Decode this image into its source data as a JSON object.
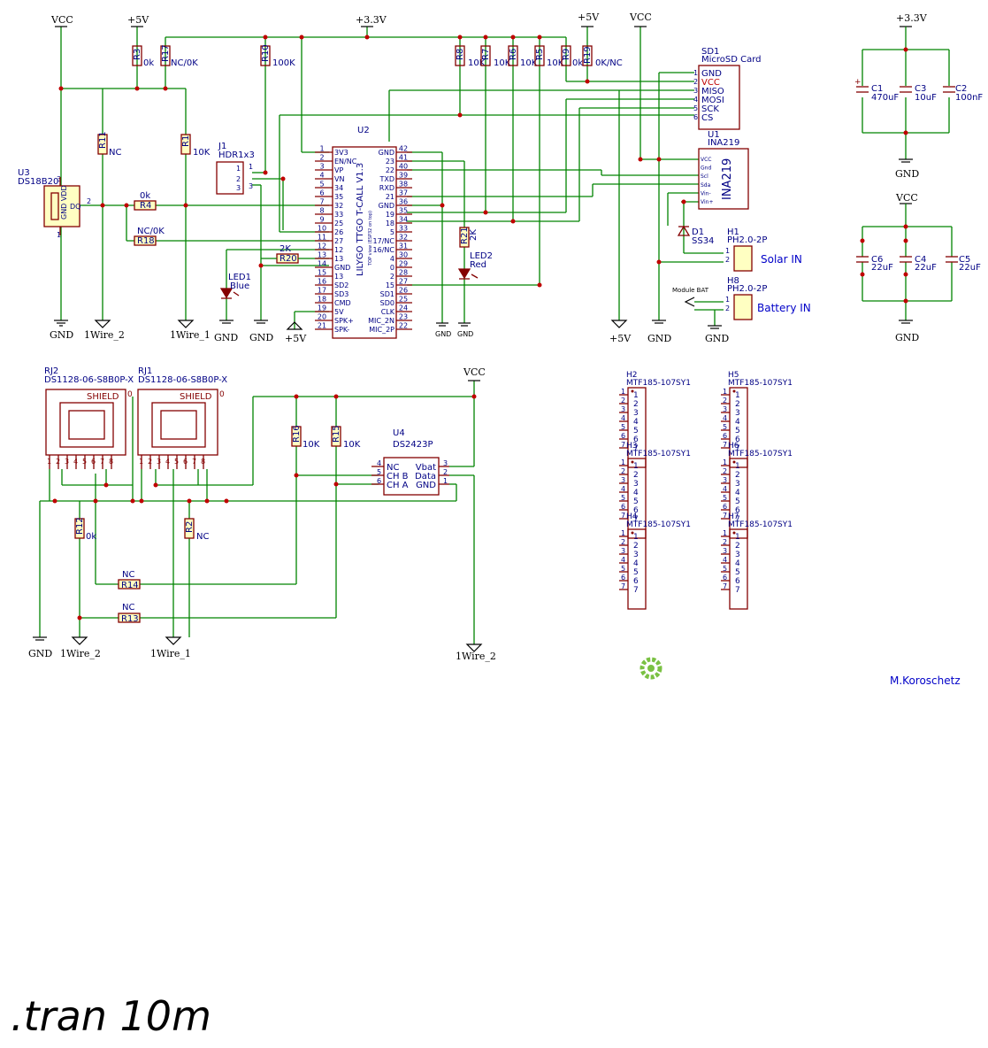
{
  "power": {
    "vcc": "VCC",
    "v5": "+5V",
    "v33": "+3.3V",
    "gnd": "GND",
    "wire1": "1Wire_1",
    "wire2": "1Wire_2"
  },
  "resistors": {
    "r3": {
      "ref": "R3",
      "val": "0k"
    },
    "r17": {
      "ref": "R17",
      "val": "NC/0K"
    },
    "r10": {
      "ref": "R10",
      "val": "100K"
    },
    "r8": {
      "ref": "R8",
      "val": "10K"
    },
    "r7": {
      "ref": "R7",
      "val": "10K"
    },
    "r6": {
      "ref": "R6",
      "val": "10K"
    },
    "r5": {
      "ref": "R5",
      "val": "10K"
    },
    "r9": {
      "ref": "R9",
      "val": "0k"
    },
    "r19": {
      "ref": "R19",
      "val": "0K/NC"
    },
    "r11": {
      "ref": "R11",
      "val": "NC"
    },
    "r1": {
      "ref": "R1",
      "val": "10K"
    },
    "r4": {
      "ref": "R4",
      "val": "0k"
    },
    "r18": {
      "ref": "R18",
      "val": "NC/0K"
    },
    "r20": {
      "ref": "R20",
      "val": "2K"
    },
    "r21": {
      "ref": "R21",
      "val": "2K"
    },
    "r16": {
      "ref": "R16",
      "val": "10K"
    },
    "r15": {
      "ref": "R15",
      "val": "10K"
    },
    "r12": {
      "ref": "R12",
      "val": "0k"
    },
    "r2": {
      "ref": "R2",
      "val": "NC"
    },
    "r14": {
      "ref": "R14",
      "val": "NC"
    },
    "r13": {
      "ref": "R13",
      "val": "NC"
    }
  },
  "u3": {
    "ref": "U3",
    "part": "DS18B20",
    "pins": "GND VDD",
    "dq": "DQ"
  },
  "j1": {
    "ref": "J1",
    "part": "HDR1x3"
  },
  "u2": {
    "ref": "U2",
    "title": "LILYGO TTGO T-CALL V1.3",
    "subtitle": "TOP view (ESP32 on top)",
    "left_labels": [
      "3V3",
      "EN/NC",
      "VP",
      "VN",
      "34",
      "35",
      "32",
      "33",
      "25",
      "26",
      "27",
      "12",
      "13",
      "GND",
      "13",
      "SD2",
      "SD3",
      "CMD",
      "5V",
      "SPK+",
      "SPK-"
    ],
    "left_nums": [
      "1",
      "2",
      "3",
      "4",
      "5",
      "6",
      "7",
      "8",
      "9",
      "10",
      "11",
      "12",
      "13",
      "14",
      "15",
      "16",
      "17",
      "18",
      "19",
      "20",
      "21"
    ],
    "right_labels": [
      "GND",
      "23",
      "22",
      "TXD",
      "RXD",
      "21",
      "GND",
      "19",
      "18",
      "5",
      "17/NC",
      "16/NC",
      "4",
      "0",
      "2",
      "15",
      "SD1",
      "SD0",
      "CLK",
      "MIC_2N",
      "MIC_2P"
    ],
    "right_nums": [
      "42",
      "41",
      "40",
      "39",
      "38",
      "37",
      "36",
      "35",
      "34",
      "33",
      "32",
      "31",
      "30",
      "29",
      "28",
      "27",
      "26",
      "25",
      "24",
      "23",
      "22"
    ]
  },
  "led1": {
    "ref": "LED1",
    "color": "Blue"
  },
  "led2": {
    "ref": "LED2",
    "color": "Red"
  },
  "sd1": {
    "ref": "SD1",
    "part": "MicroSD Card",
    "pins": [
      "GND",
      "VCC",
      "MISO",
      "MOSI",
      "SCK",
      "CS"
    ],
    "nums": [
      "1",
      "2",
      "3",
      "4",
      "5",
      "6"
    ]
  },
  "u1": {
    "ref": "U1",
    "part": "INA219",
    "pins": [
      "VCC",
      "Gnd",
      "Scl",
      "Sda",
      "Vin-",
      "Vin+"
    ]
  },
  "d1": {
    "ref": "D1",
    "part": "SS34"
  },
  "h1": {
    "ref": "H1",
    "part": "PH2.0-2P",
    "label": "Solar IN"
  },
  "h8": {
    "ref": "H8",
    "part": "PH2.0-2P",
    "label": "Battery IN",
    "module": "Module BAT"
  },
  "caps": {
    "c1": {
      "ref": "C1",
      "val": "470uF"
    },
    "c3": {
      "ref": "C3",
      "val": "10uF"
    },
    "c2": {
      "ref": "C2",
      "val": "100nF"
    },
    "c6": {
      "ref": "C6",
      "val": "22uF"
    },
    "c4": {
      "ref": "C4",
      "val": "22uF"
    },
    "c5": {
      "ref": "C5",
      "val": "22uF"
    }
  },
  "rj2": {
    "ref": "RJ2",
    "part": "DS1128-06-S8B0P-X",
    "shield": "SHIELD"
  },
  "rj1": {
    "ref": "RJ1",
    "part": "DS1128-06-S8B0P-X",
    "shield": "SHIELD"
  },
  "u4": {
    "ref": "U4",
    "part": "DS2423P",
    "left": [
      "NC",
      "CH B",
      "CH A"
    ],
    "lnums": [
      "4",
      "5",
      "6"
    ],
    "right": [
      "Vbat",
      "Data",
      "GND"
    ],
    "rnums": [
      "3",
      "2",
      "1"
    ]
  },
  "headers": [
    {
      "ref": "H2",
      "part": "MTF185-107SY1"
    },
    {
      "ref": "H3",
      "part": "MTF185-107SY1"
    },
    {
      "ref": "H4",
      "part": "MTF185-107SY1"
    },
    {
      "ref": "H5",
      "part": "MTF185-107SY1"
    },
    {
      "ref": "H6",
      "part": "MTF185-107SY1"
    },
    {
      "ref": "H7",
      "part": "MTF185-107SY1"
    }
  ],
  "header_pins": [
    "1",
    "2",
    "3",
    "4",
    "5",
    "6",
    "7"
  ],
  "author": "M.Koroschetz",
  "sim_directive": ".tran 10m",
  "colors": {
    "wire": "#008400",
    "symbol": "#840000",
    "text": "#000084",
    "fill": "#ffffc2"
  }
}
